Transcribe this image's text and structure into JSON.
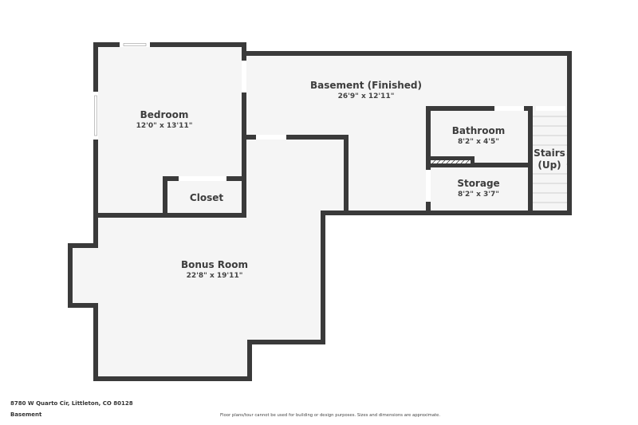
{
  "floorplan": {
    "level": "Basement",
    "address": "8780 W Quarto Cir, Littleton, CO 80128",
    "disclaimer": "Floor plans/tour cannot be used for building or design purposes. Sizes and dimensions are approximate.",
    "colors": {
      "wall": "#3a3a3a",
      "floor": "#f5f5f5",
      "opening": "#ffffff",
      "stair_line": "#cfcfcf",
      "text": "#3d3d3d"
    },
    "rooms": [
      {
        "name": "Bedroom",
        "dimensions": "12'0\" x 13'11\""
      },
      {
        "name": "Basement (Finished)",
        "dimensions": "26'9\" x 12'11\""
      },
      {
        "name": "Bathroom",
        "dimensions": "8'2\" x 4'5\""
      },
      {
        "name": "Storage",
        "dimensions": "8'2\" x 3'7\""
      },
      {
        "name": "Closet",
        "dimensions": ""
      },
      {
        "name": "Bonus Room",
        "dimensions": "22'8\" x 19'11\""
      }
    ],
    "stairs": {
      "line1": "Stairs",
      "line2": "(Up)"
    }
  }
}
